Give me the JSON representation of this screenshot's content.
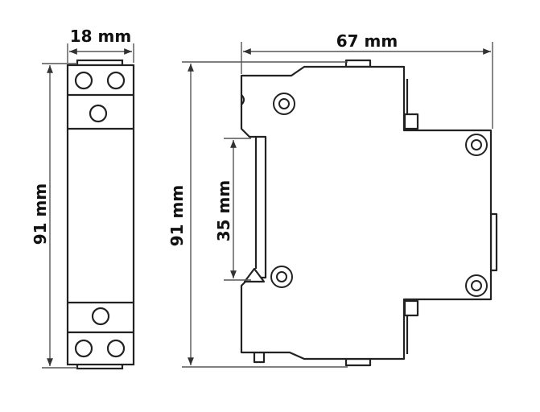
{
  "labels": {
    "front_width": "18 mm",
    "front_height": "91 mm",
    "side_width": "67 mm",
    "side_height": "91 mm",
    "rail_height": "35 mm"
  },
  "colors": {
    "stroke": "#222222",
    "dimension": "#555555",
    "fill": "#ffffff"
  }
}
